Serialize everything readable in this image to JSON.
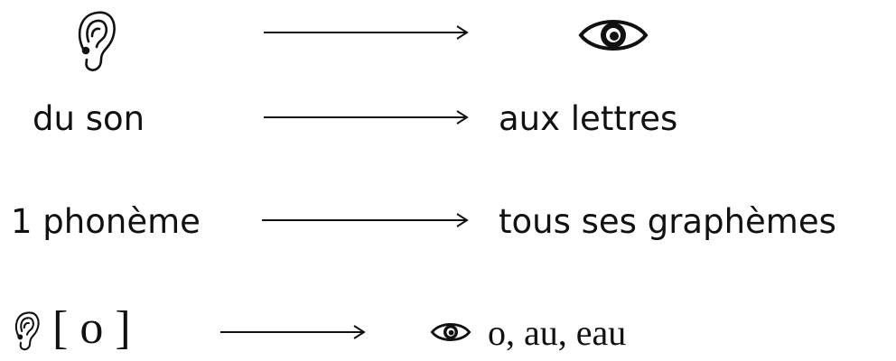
{
  "row1": {
    "left_icon": "ear-icon",
    "right_icon": "eye-icon"
  },
  "row2": {
    "left_text": "du son",
    "right_text": "aux lettres"
  },
  "row3": {
    "left_text": "1 phonème",
    "right_text": "tous ses graphèmes"
  },
  "row4": {
    "left_icon": "ear-icon",
    "phoneme": "[ o ]",
    "right_icon": "eye-icon",
    "graphemes": "o, au, eau"
  }
}
